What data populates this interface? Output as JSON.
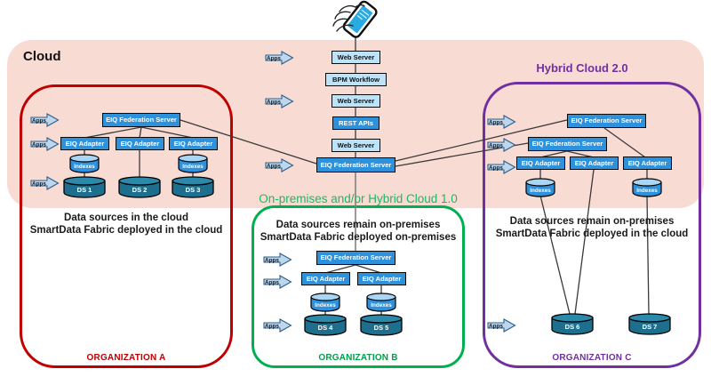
{
  "header": {
    "cloud_label": "Cloud",
    "hybrid2_label": "Hybrid Cloud 2.0",
    "onprem_label": "On-premises and/or Hybrid Cloud 1.0"
  },
  "labels": {
    "apps": "Apps",
    "web_server": "Web Server",
    "bpm_workflow": "BPM Workflow",
    "rest_apis": "REST APIs",
    "federation_server": "EIQ Federation Server",
    "adapter": "EIQ Adapter",
    "indexes": "Indexes"
  },
  "organizations": [
    {
      "name": "ORGANIZATION A",
      "desc1": "Data sources in the cloud",
      "desc2": "SmartData Fabric deployed in the cloud",
      "border_color": "#C00000",
      "ds": [
        "DS 1",
        "DS 2",
        "DS 3"
      ]
    },
    {
      "name": "ORGANIZATION B",
      "desc1": "Data sources remain on-premises",
      "desc2": "SmartData Fabric deployed on-premises",
      "border_color": "#00B050",
      "ds": [
        "DS 4",
        "DS 5"
      ]
    },
    {
      "name": "ORGANIZATION C",
      "desc1": "Data sources remain on-premises",
      "desc2": "SmartData Fabric deployed in the cloud",
      "border_color": "#7030A0",
      "ds": [
        "DS 6",
        "DS 7"
      ]
    }
  ],
  "colors": {
    "cloud_band": "#F8DBD2",
    "node_dark": "#2E91DC",
    "node_light": "#BDE3F8",
    "ds_body": "#1E6F8E",
    "ds_top": "#2D89A9",
    "indexes_body": "#2E91DC",
    "indexes_top": "#A9D6F5",
    "apps_arrow_fill": "#BDD7EE",
    "hybrid2_text": "#7030A0",
    "onprem_text": "#1DB864",
    "org_a_border": "#C00000",
    "org_b_border": "#00B050",
    "org_c_border": "#7030A0"
  }
}
